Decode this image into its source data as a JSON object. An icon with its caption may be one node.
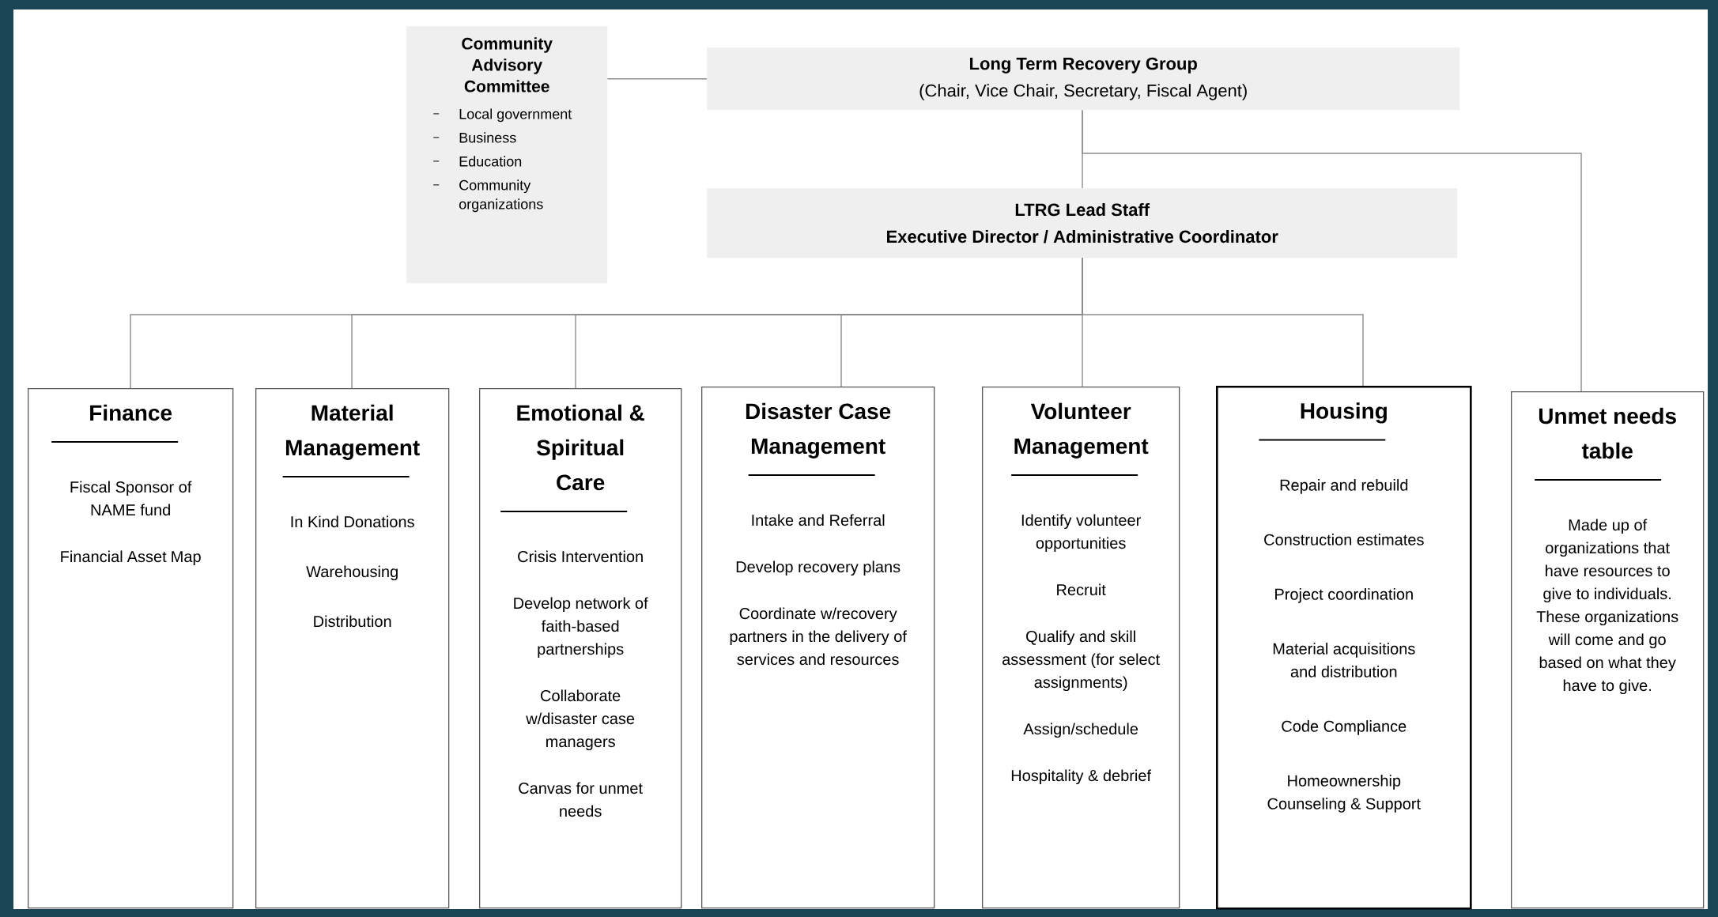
{
  "diagram": {
    "nodes": [
      {
        "text": [
          "Community Advisory Committee",
          "Local government",
          "Business",
          "Education",
          "Community organizations"
        ]
      },
      {
        "text": [
          "Long Term Recovery Group",
          "(Chair, Vice Chair, Secretary, Fiscal Agent)"
        ]
      },
      {
        "text": [
          "LTRG Lead Staff",
          "Executive Director / Administrative Coordinator"
        ]
      },
      {
        "text": [
          "Finance",
          "Fiscal Sponsor of NAME fund",
          "Financial Asset Map"
        ]
      },
      {
        "text": [
          "Material Management",
          "In Kind Donations",
          "Warehousing",
          "Distribution"
        ]
      },
      {
        "text": [
          "Emotional & Spiritual Care",
          "Crisis Intervention",
          "Develop network of faith-based partnerships",
          "Collaborate w/disaster case managers",
          "Canvas for unmet needs"
        ]
      },
      {
        "text": [
          "Disaster Case Management",
          "Intake and Referral",
          "Develop recovery plans",
          "Coordinate w/recovery partners in the delivery of services and resources"
        ]
      },
      {
        "text": [
          "Volunteer Management",
          "Identify volunteer opportunities",
          "Recruit",
          "Qualify and skill assessment (for select assignments)",
          "Assign/schedule",
          "Hospitality & debrief"
        ]
      },
      {
        "text": [
          "Housing",
          "Repair and rebuild",
          "Construction estimates",
          "Project coordination",
          "Material acquisitions and distribution",
          "Code Compliance",
          "Homeownership Counseling & Support"
        ]
      },
      {
        "text": [
          "Unmet needs table",
          "Made up of organizations that have resources to give to individuals. These organizations will come and go based on what they have to give."
        ]
      }
    ],
    "edges": [
      {
        "from": 0,
        "to": 1,
        "arrow": "none"
      },
      {
        "from": 1,
        "to": 2,
        "arrow": "none"
      },
      {
        "from": 1,
        "to": 9,
        "arrow": "none"
      },
      {
        "from": 2,
        "to": 3,
        "arrow": "none"
      },
      {
        "from": 2,
        "to": 4,
        "arrow": "none"
      },
      {
        "from": 2,
        "to": 5,
        "arrow": "none"
      },
      {
        "from": 2,
        "to": 6,
        "arrow": "none"
      },
      {
        "from": 2,
        "to": 7,
        "arrow": "none"
      },
      {
        "from": 2,
        "to": 8,
        "arrow": "none"
      }
    ]
  }
}
